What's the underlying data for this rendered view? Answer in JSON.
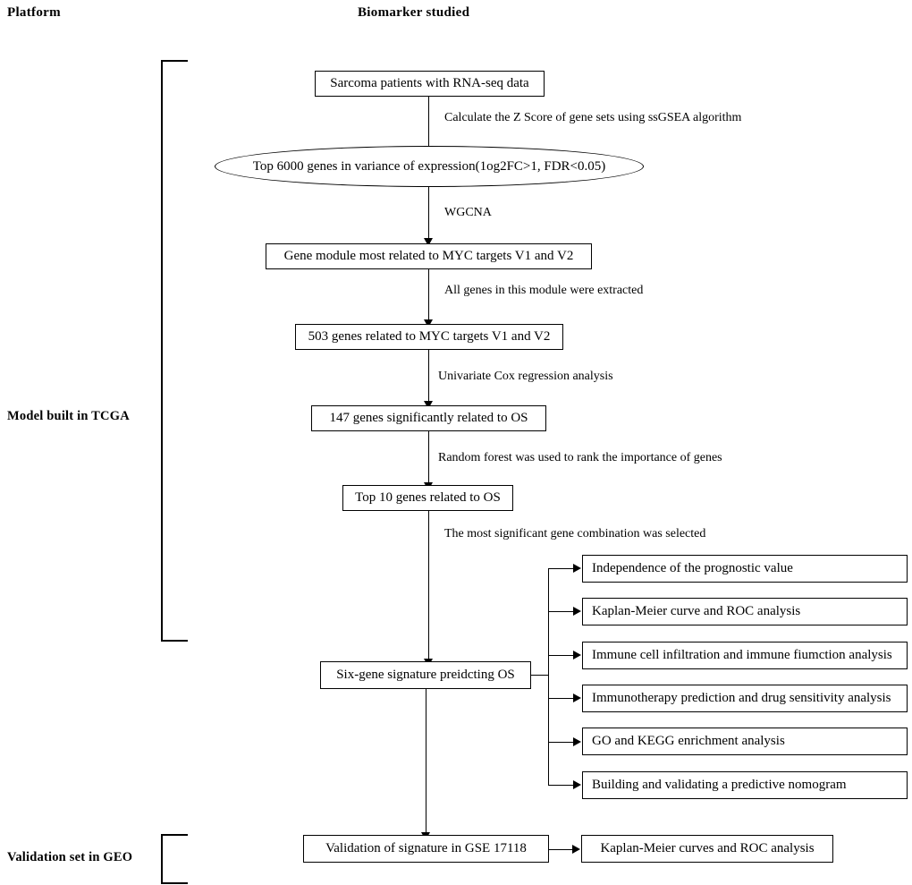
{
  "headers": {
    "platform": "Platform",
    "biomarker": "Biomarker studied"
  },
  "side_labels": {
    "tcga": "Model built in TCGA",
    "geo": "Validation set in GEO"
  },
  "flow": {
    "nodes": [
      {
        "id": "n1",
        "label": "Sarcoma patients with RNA-seq data",
        "shape": "rect"
      },
      {
        "id": "n2",
        "label": "Top 6000 genes in variance of expression(1og2FC>1, FDR<0.05)",
        "shape": "ellipse"
      },
      {
        "id": "n3",
        "label": "Gene module most related to MYC targets V1 and V2",
        "shape": "rect"
      },
      {
        "id": "n4",
        "label": "503 genes related to MYC targets V1 and V2",
        "shape": "rect"
      },
      {
        "id": "n5",
        "label": "147 genes significantly related to OS",
        "shape": "rect"
      },
      {
        "id": "n6",
        "label": "Top 10 genes related to OS",
        "shape": "rect"
      },
      {
        "id": "n7",
        "label": "Six-gene signature preidcting OS",
        "shape": "rect"
      },
      {
        "id": "n8",
        "label": "Validation of signature in GSE 17118",
        "shape": "rect"
      },
      {
        "id": "n9",
        "label": "Kaplan-Meier curves and ROC analysis",
        "shape": "rect"
      }
    ],
    "edge_labels": [
      "Calculate the Z Score of gene sets using ssGSEA algorithm",
      "WGCNA",
      "All genes in this module were extracted",
      "Univariate Cox regression analysis",
      "Random forest was used to rank the importance of genes",
      "The most significant gene combination was selected"
    ],
    "analyses": [
      "Independence of the prognostic value",
      "Kaplan-Meier curve and ROC analysis",
      "Immune  cell infiltration and immune fiumction analysis",
      "Immunotherapy prediction and drug sensitivity analysis",
      "GO and KEGG enrichment analysis",
      "Building and validating a predictive nomogram"
    ]
  }
}
